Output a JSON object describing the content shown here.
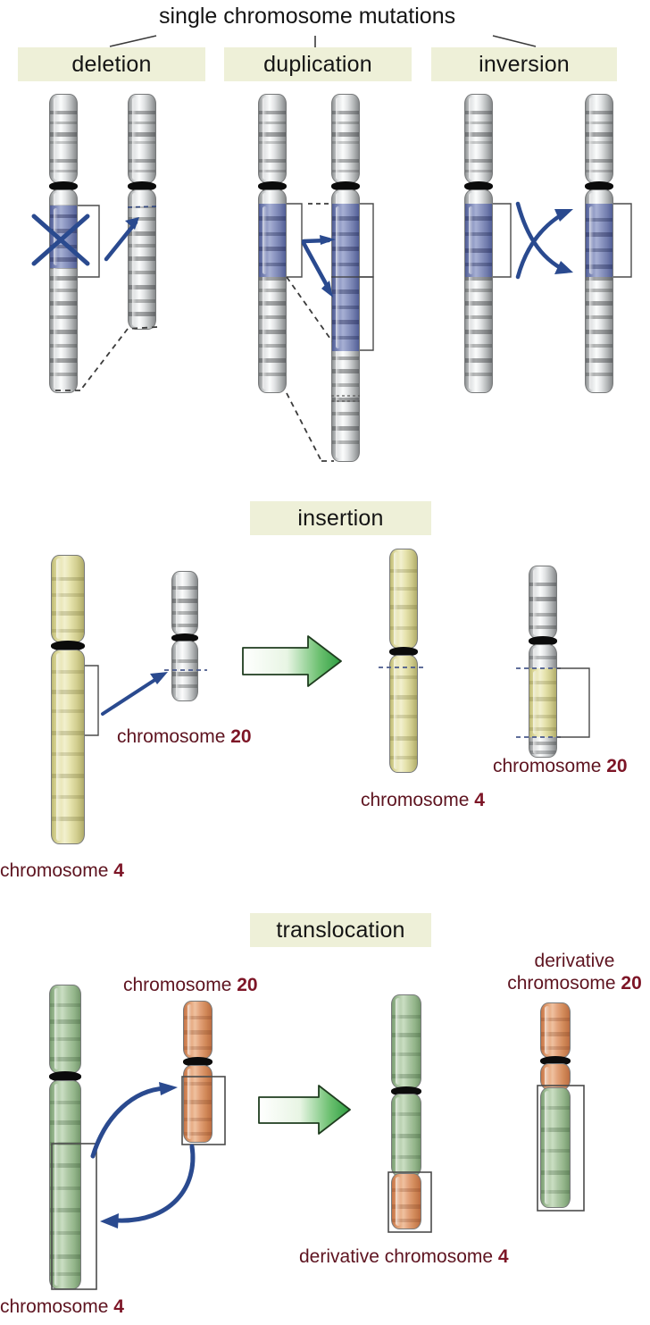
{
  "title": "single chromosome mutations",
  "sections": {
    "row1": {
      "headers": [
        {
          "label": "deletion"
        },
        {
          "label": "duplication"
        },
        {
          "label": "inversion"
        }
      ]
    },
    "insertion": {
      "header": "insertion",
      "labels": {
        "source_chr4": "chromosome 4",
        "source_chr20": "chromosome 20",
        "result_chr4": "chromosome 4",
        "result_chr20": "chromosome 20"
      }
    },
    "translocation": {
      "header": "translocation",
      "labels": {
        "source_chr4": "chromosome 4",
        "source_chr20": "chromosome 20",
        "result_chr4": "derivative chromosome 4",
        "result_chr20_line1": "derivative",
        "result_chr20_line2": "chromosome 20"
      }
    }
  },
  "colors": {
    "header_bg": "#eef0d8",
    "label_text": "#5e1420",
    "label_number": "#7d1526",
    "chromosome_gray": "#c9cccd",
    "chromosome_blue_highlight": "#8f99c4",
    "chromosome_yellow": "#e2dfa6",
    "chromosome_green": "#a9c5a0",
    "chromosome_orange": "#e0a178",
    "centromere": "#0b0b0b",
    "arrow_blue": "#2a4a8f",
    "arrow_green": "#3aa14a",
    "bracket_line": "#4b4b4b"
  },
  "icons": {
    "deletion_mark": "x-cross-icon",
    "transfer_arrow": "arrow-blue-icon",
    "process_arrow": "arrow-green-block-icon",
    "inversion_swap": "swap-arrows-icon",
    "dashed_connector": "dashed-line-icon"
  }
}
